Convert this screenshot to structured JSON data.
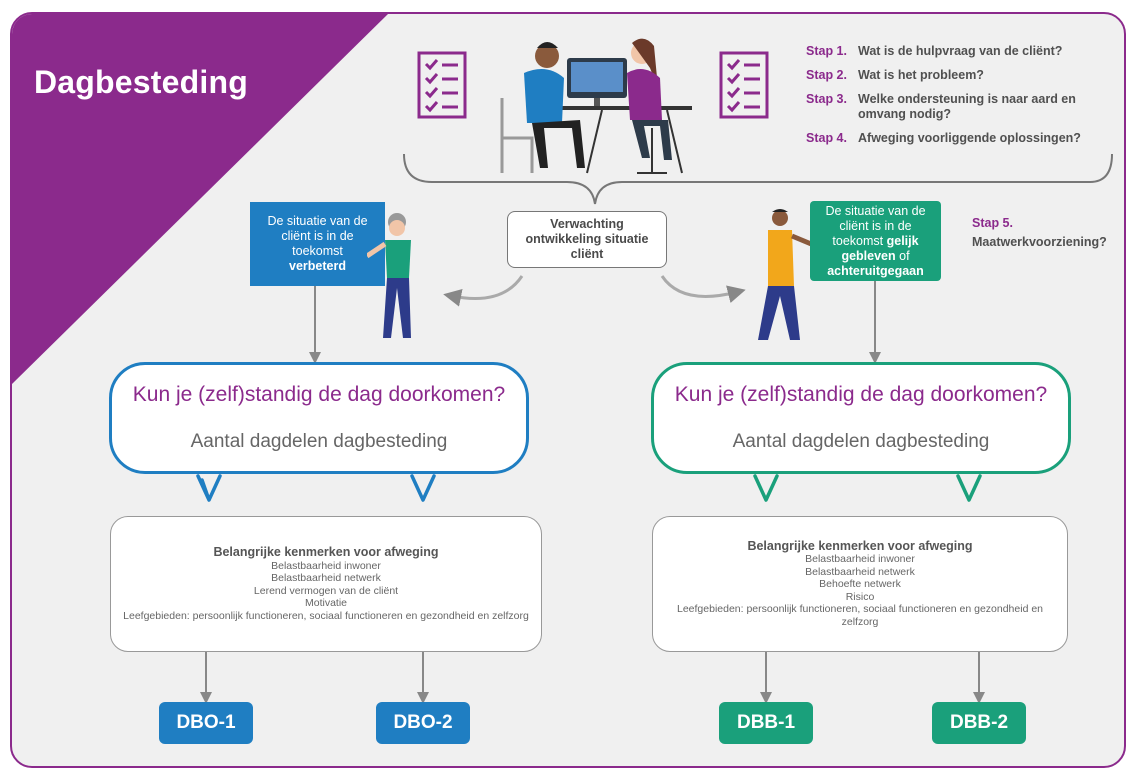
{
  "title": "Dagbesteding",
  "steps": [
    {
      "num": "Stap 1.",
      "text": "Wat is de hulpvraag van de cliënt?"
    },
    {
      "num": "Stap 2.",
      "text": "Wat is het probleem?"
    },
    {
      "num": "Stap 3.",
      "text": "Welke ondersteuning is naar aard en omvang nodig?"
    },
    {
      "num": "Stap 4.",
      "text": "Afweging voorliggende oplossingen?"
    }
  ],
  "step5": {
    "num": "Stap 5.",
    "text": "Maatwerkvoorziening?"
  },
  "expectation": {
    "line1": "Verwachting",
    "line2": "ontwikkeling situatie",
    "line3": "cliënt"
  },
  "situation_improved": {
    "line1": "De situatie van de",
    "line2": "cliënt is in de",
    "line3": "toekomst",
    "bold": "verbeterd"
  },
  "situation_same": {
    "line1": "De situatie van de",
    "line2": "cliënt is in de",
    "line3_pre": "toekomst ",
    "line3_bold": "gelijk",
    "line4_bold": "gebleven",
    "line4_post": " of",
    "line5_bold": "achteruitgegaan"
  },
  "question": {
    "title": "Kun je (zelf)standig de dag doorkomen?",
    "subtitle": "Aantal dagdelen dagbesteding"
  },
  "criteria_left": {
    "heading": "Belangrijke kenmerken voor afweging",
    "items": [
      "Belastbaarheid inwoner",
      "Belastbaarheid netwerk",
      "Lerend vermogen van de cliënt",
      "Motivatie",
      "Leefgebieden: persoonlijk functioneren, sociaal functioneren en gezondheid en zelfzorg"
    ]
  },
  "criteria_right": {
    "heading": "Belangrijke kenmerken voor afweging",
    "items": [
      "Belastbaarheid inwoner",
      "Belastbaarheid netwerk",
      "Behoefte netwerk",
      "Risico",
      "Leefgebieden: persoonlijk functioneren, sociaal functioneren en gezondheid en zelfzorg"
    ]
  },
  "outcomes": {
    "dbo1": "DBO-1",
    "dbo2": "DBO-2",
    "dbb1": "DBB-1",
    "dbb2": "DBB-2"
  },
  "icons": [
    "checklist-icon",
    "meeting-illustration",
    "woman-illustration",
    "man-illustration"
  ],
  "colors": {
    "purple": "#8b2a8c",
    "blue": "#1f7ec2",
    "green": "#1aa07b",
    "background": "#f0f0f0"
  }
}
